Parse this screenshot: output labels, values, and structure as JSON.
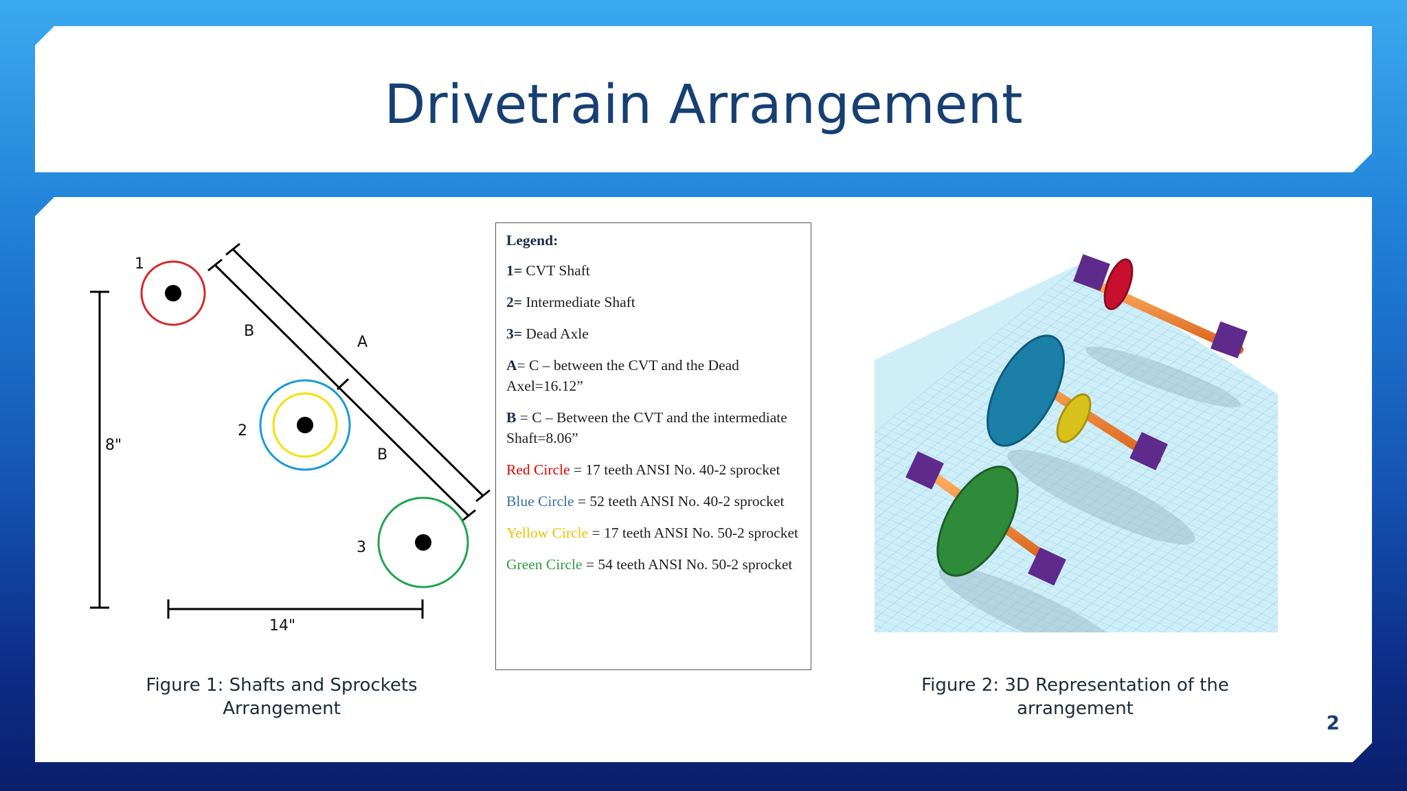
{
  "slide": {
    "title": "Drivetrain Arrangement",
    "page_number": "2"
  },
  "figure1": {
    "caption": "Figure 1: Shafts and Sprockets Arrangement",
    "labels": {
      "shaft1": "1",
      "shaft2": "2",
      "shaft3": "3",
      "dim_a": "A",
      "dim_b_upper": "B",
      "dim_b_lower": "B",
      "height": "8\"",
      "width": "14\""
    }
  },
  "legend": {
    "title": "Legend:",
    "items": [
      {
        "key": "1=",
        "text": " CVT Shaft"
      },
      {
        "key": "2=",
        "text": " Intermediate Shaft"
      },
      {
        "key": "3=",
        "text": " Dead Axle"
      },
      {
        "key": "A",
        "text": "= C – between the CVT and the Dead Axel=16.12”"
      },
      {
        "key": "B",
        "text": " = C – Between the CVT and the intermediate Shaft=8.06”"
      }
    ],
    "colors": [
      {
        "name": "Red Circle",
        "text": " = 17 teeth ANSI No. 40-2 sprocket",
        "color": "#e00000"
      },
      {
        "name": "Blue Circle",
        "text": " = 52 teeth ANSI No. 40-2 sprocket",
        "color": "#3a6ea8"
      },
      {
        "name": "Yellow Circle",
        "text": " = 17 teeth ANSI No. 50-2 sprocket",
        "color": "#f0c000"
      },
      {
        "name": "Green Circle",
        "text": " = 54 teeth ANSI No. 50-2 sprocket",
        "color": "#2aa040"
      }
    ]
  },
  "figure2": {
    "caption": "Figure 2: 3D Representation of the arrangement"
  },
  "colors": {
    "title_text": "#173f73",
    "red_sprocket": "#d62828",
    "blue_sprocket": "#1a9ad8",
    "yellow_sprocket": "#f5e000",
    "green_sprocket": "#1fa54a"
  }
}
